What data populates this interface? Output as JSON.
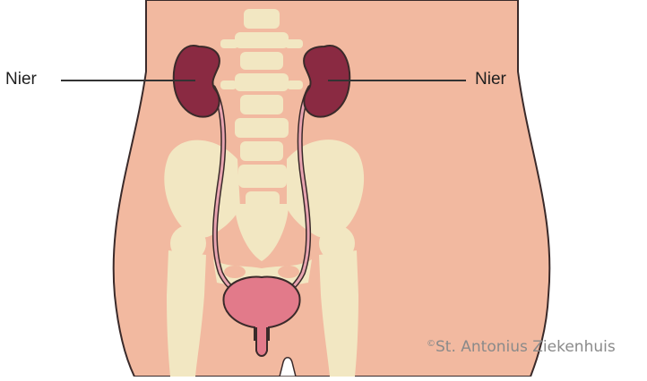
{
  "labels": {
    "left_kidney": "Nier",
    "right_kidney": "Nier"
  },
  "copyright": {
    "symbol": "©",
    "text": "St. Antonius Ziekenhuis"
  },
  "colors": {
    "skin": "#f2b9a0",
    "bone": "#f2e7c2",
    "kidney": "#8a2a42",
    "bladder": "#e27a8a",
    "ureter": "#e8a4b0",
    "outline": "#3a2a2a",
    "leader_line": "#333333"
  }
}
